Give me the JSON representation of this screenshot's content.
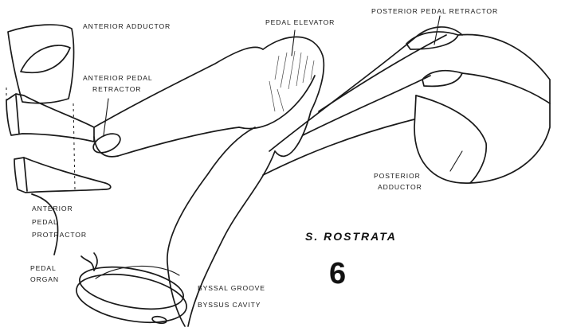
{
  "labels": {
    "anterior_adductor": "ANTERIOR ADDUCTOR",
    "pedal_elevator": "PEDAL ELEVATOR",
    "posterior_pedal_retractor": "POSTERIOR PEDAL RETRACTOR",
    "anterior_pedal_retractor_1": "ANTERIOR PEDAL",
    "anterior_pedal_retractor_2": "RETRACTOR",
    "posterior_adductor_1": "POSTERIOR",
    "posterior_adductor_2": "ADDUCTOR",
    "anterior_pedal_protractor_1": "ANTERIOR",
    "anterior_pedal_protractor_2": "PEDAL",
    "anterior_pedal_protractor_3": "PROTRACTOR",
    "pedal_organ_1": "PEDAL",
    "pedal_organ_2": "ORGAN",
    "byssal_groove": "BYSSAL GROOVE",
    "byssus_cavity": "BYSSUS CAVITY"
  },
  "species": "S.  ROSTRATA",
  "figure_number": "6"
}
